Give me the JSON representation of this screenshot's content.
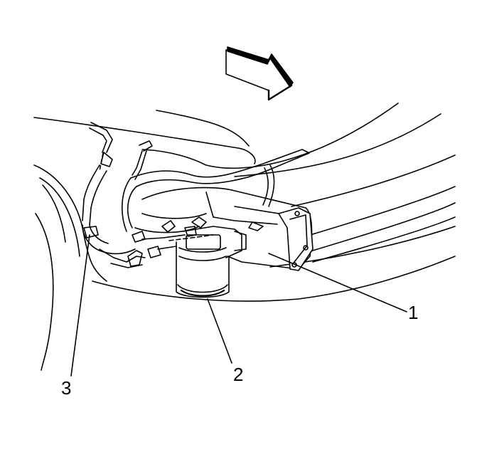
{
  "callouts": [
    {
      "id": "1",
      "text": "1"
    },
    {
      "id": "2",
      "text": "2"
    },
    {
      "id": "3",
      "text": "3"
    }
  ],
  "colors": {
    "ink": "#000000",
    "paper": "#ffffff"
  },
  "icons": {
    "direction_arrow": "forward-arrow-icon"
  }
}
